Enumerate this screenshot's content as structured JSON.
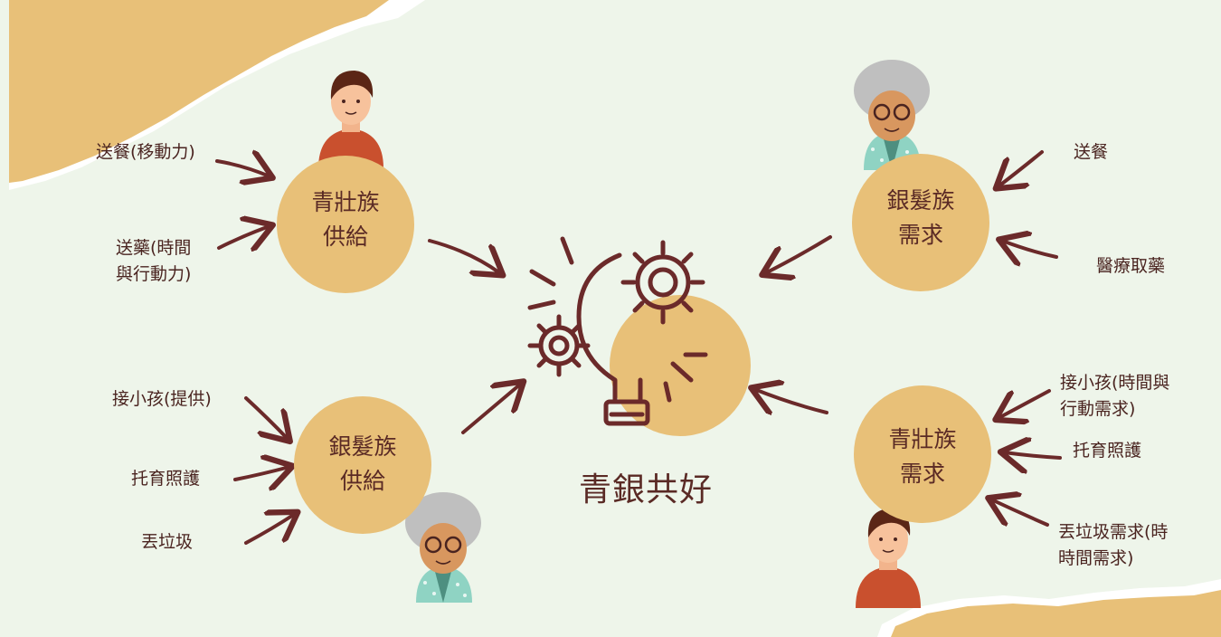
{
  "center": {
    "title": "青銀共好"
  },
  "nodes": {
    "youth_supply": {
      "line1": "青壯族",
      "line2": "供給"
    },
    "senior_demand": {
      "line1": "銀髮族",
      "line2": "需求"
    },
    "senior_supply": {
      "line1": "銀髮族",
      "line2": "供給"
    },
    "youth_demand": {
      "line1": "青壯族",
      "line2": "需求"
    }
  },
  "labels": {
    "youth_supply": [
      "送餐(移動力)",
      "送藥(時間",
      "與行動力)"
    ],
    "senior_demand": [
      "送餐",
      "醫療取藥"
    ],
    "senior_supply": [
      "接小孩(提供)",
      "托育照護",
      "丟垃圾"
    ],
    "youth_demand": [
      "接小孩(時間與",
      "行動需求)",
      "托育照護",
      "丟垃圾需求(時",
      "時間需求)"
    ]
  },
  "icons": [
    "lightbulb-gears-icon",
    "young-man-avatar",
    "elderly-woman-avatar"
  ],
  "colors": {
    "background": "#eef5ea",
    "circle": "#e8c078",
    "text": "#5a2a25",
    "arrow": "#6b2a2a",
    "paper": "#e8c078"
  }
}
